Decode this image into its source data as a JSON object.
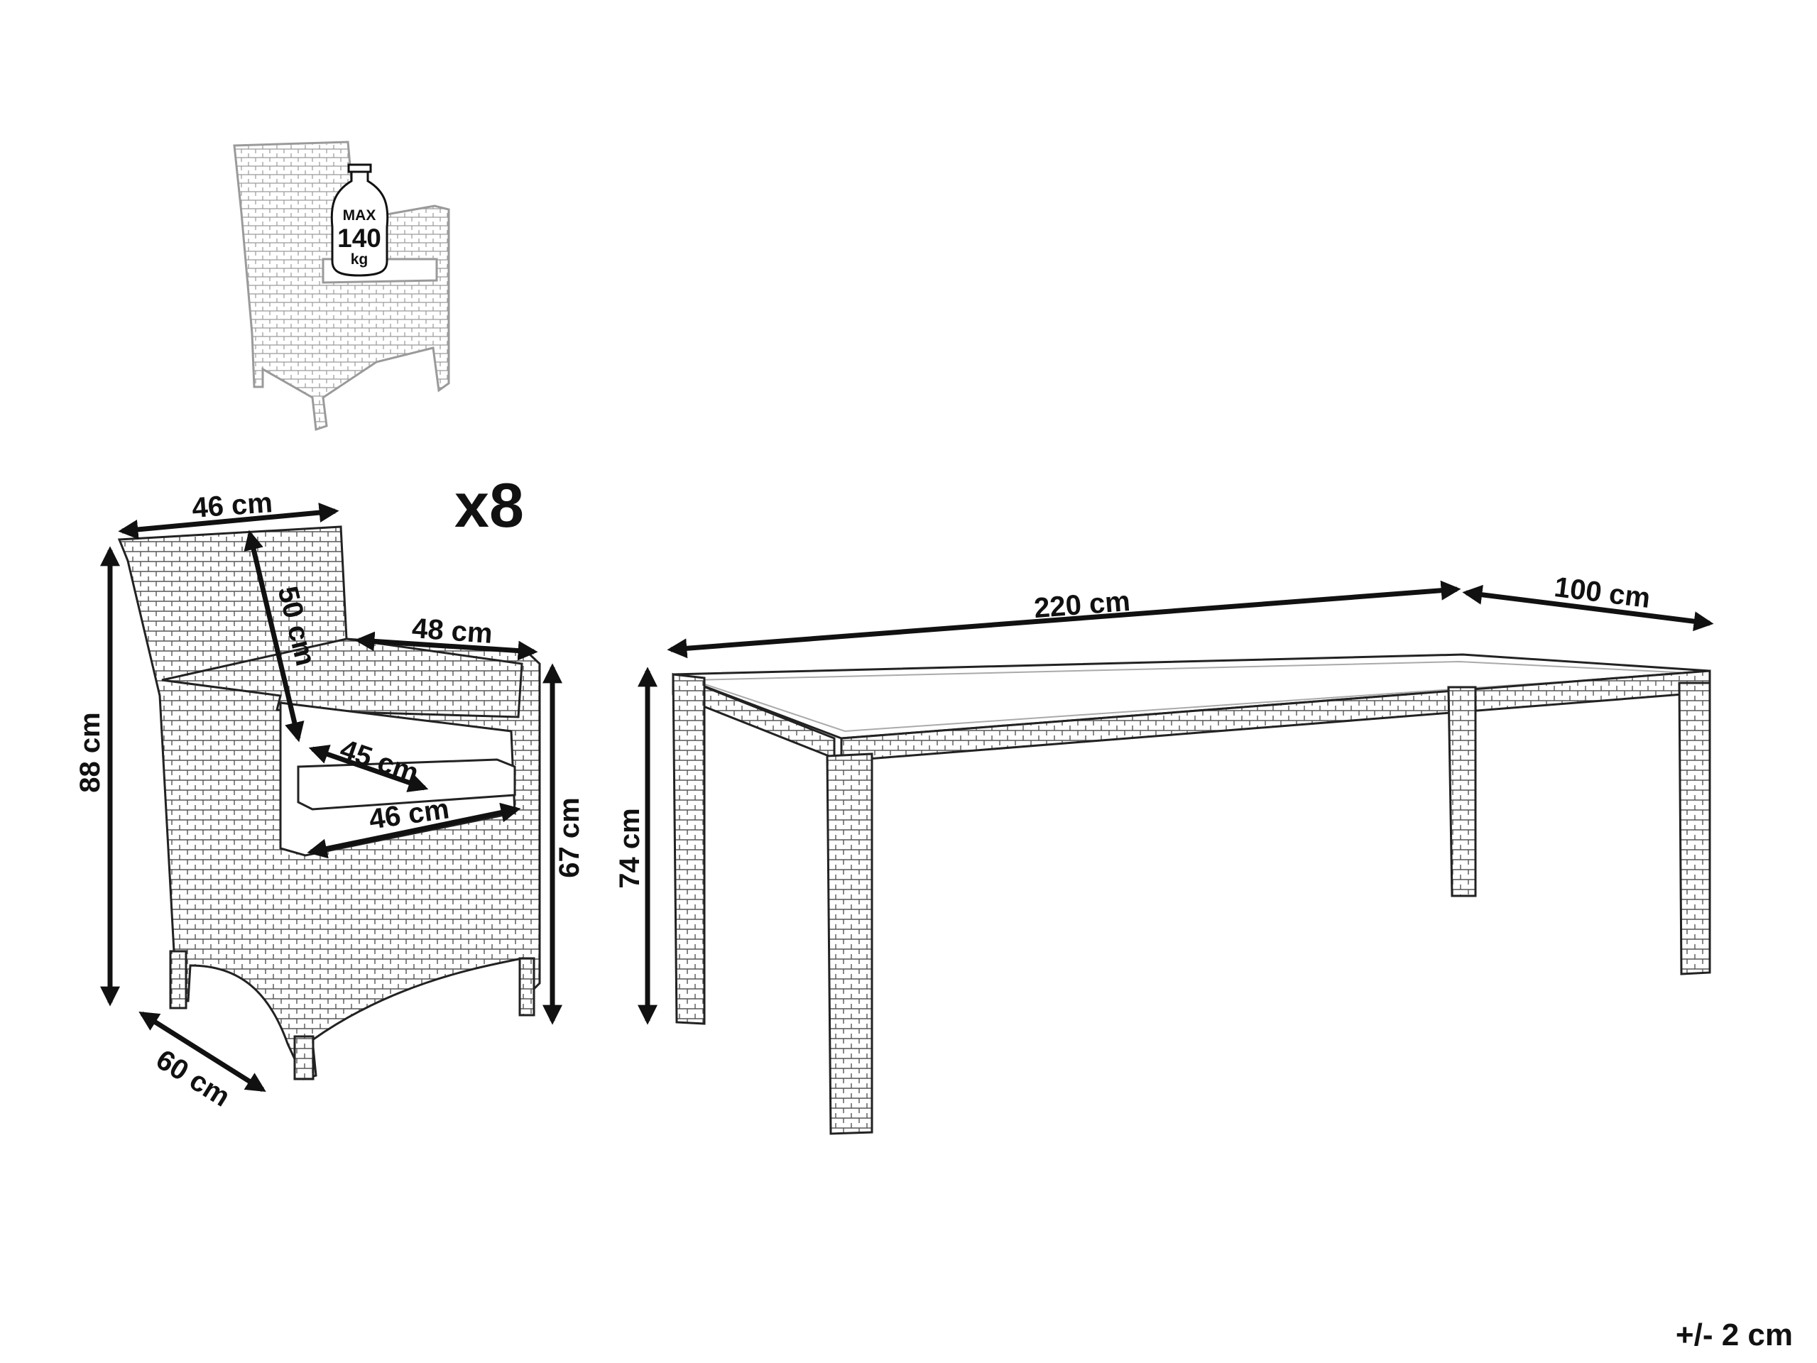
{
  "badge": {
    "max_label": "MAX",
    "weight_value": "140",
    "weight_unit": "kg"
  },
  "quantity_label": "x8",
  "chair_dimensions": {
    "width_top": "46 cm",
    "backrest_height": "50 cm",
    "arm_depth": "48 cm",
    "total_height": "88 cm",
    "seat_depth": "45 cm",
    "seat_width": "46 cm",
    "arm_height": "67 cm",
    "depth": "60 cm"
  },
  "table_dimensions": {
    "length": "220 cm",
    "width": "100 cm",
    "height": "74 cm"
  },
  "tolerance_label": "+/- 2 cm"
}
